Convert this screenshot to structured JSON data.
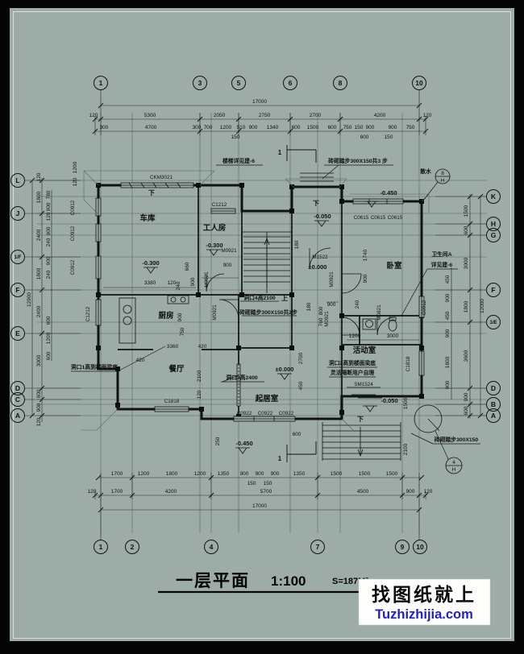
{
  "title": {
    "main": "一层平面",
    "scale": "1:100",
    "area": "S=187M²"
  },
  "watermark": {
    "line1": "找图纸就上",
    "line2": "Tuzhizhijia.com",
    "brand_color": "#2121c2"
  },
  "axes": {
    "top": [
      "1",
      "3",
      "5",
      "6",
      "8",
      "10"
    ],
    "bottom": [
      "1",
      "2",
      "4",
      "7",
      "9",
      "10"
    ],
    "left": [
      "L",
      "J",
      "1/F",
      "F",
      "E",
      "D",
      "C",
      "A"
    ],
    "right": [
      "K",
      "H",
      "G",
      "F",
      "1/E",
      "D",
      "B",
      "A"
    ]
  },
  "dims": {
    "top_total": "17000",
    "top_major": [
      "120",
      "5300",
      "2050",
      "2750",
      "2700",
      "4200",
      "120"
    ],
    "top_minor": [
      "300",
      "4700",
      "300",
      "700",
      "1200",
      "510",
      "900",
      "1340",
      "600",
      "1500",
      "600",
      "750",
      "150",
      "900",
      "900",
      "750"
    ],
    "top_minor_sub": [
      "150",
      "600",
      "150"
    ],
    "bottom_total": "17000",
    "bottom_major": [
      "120",
      "1700",
      "4200",
      "5700",
      "4500",
      "900",
      "120"
    ],
    "bottom_minor": [
      "1700",
      "1200",
      "1800",
      "1200",
      "1350",
      "900",
      "900",
      "900",
      "1350",
      "1500",
      "1500",
      "1500"
    ],
    "bottom_minor_sub": [
      "150",
      "150"
    ],
    "left_total": "12900",
    "left_major": [
      "120",
      "1800",
      "2400",
      "1800",
      "2400",
      "3000",
      "600",
      "900",
      "120"
    ],
    "left_minor": [
      "780",
      "900",
      "120",
      "900",
      "240",
      "900",
      "240",
      "600",
      "1200",
      "600"
    ],
    "left_extra": [
      "1200",
      "120"
    ],
    "right_total": "12000",
    "right_major": [
      "1500",
      "600",
      "3000",
      "1800",
      "3600",
      "900",
      "600"
    ],
    "right_minor": [
      "450",
      "900",
      "450",
      "900",
      "1800",
      "900"
    ],
    "plan": [
      "3380",
      "120",
      "240",
      "660",
      "900",
      "900",
      "3360",
      "420",
      "420",
      "900",
      "750",
      "2100",
      "120",
      "2700",
      "450",
      "180",
      "900",
      "240",
      "800",
      "760",
      "1740",
      "900",
      "1200",
      "3000",
      "1500",
      "2100",
      "600",
      "250",
      "180"
    ]
  },
  "rooms": {
    "garage": "车库",
    "worker": "工人房",
    "kitchen": "厨房",
    "dining": "餐厅",
    "living": "起居室",
    "bedroom": "卧室",
    "activity": "活动室"
  },
  "levels": {
    "garage": "-0.300",
    "worker": "-0.300",
    "porch": "-0.050",
    "entry": "±0.000",
    "living": "±0.000",
    "court_ne": "-0.450",
    "court_sw": "-0.450",
    "terrace": "-0.050"
  },
  "openings": {
    "ckm3021": "CKM3021",
    "c1212": "C1212",
    "c0912": "C0912",
    "c0615": "C0615",
    "m1522": "M1522",
    "m0921": "M0921",
    "m0821": "M0821",
    "c1818": "C1818",
    "c0922": "C0922",
    "sm1524": "SM1524"
  },
  "notes": {
    "stair_ref": "楼梯详见建-6",
    "steps3": "砖砌踏步300X150共3 步",
    "steps2": "砖砌踏步300X150共2步",
    "steps": "砖砌踏步300X150",
    "apron": "散水",
    "bath_a": "卫生间A",
    "bath_ref": "详见建-6",
    "open4": "洞口4高2100",
    "open3": "洞口3高2400",
    "open1": "洞口1高到楼面梁底",
    "open2a": "洞口2高到楼面梁底",
    "open2b": "灵活隔断用户自理",
    "detail8_no": "8",
    "detail8_sheet": "H",
    "detail4_no": "4",
    "detail4_sheet": "H"
  },
  "marks": {
    "down": "下",
    "up": "上",
    "section": "1"
  }
}
